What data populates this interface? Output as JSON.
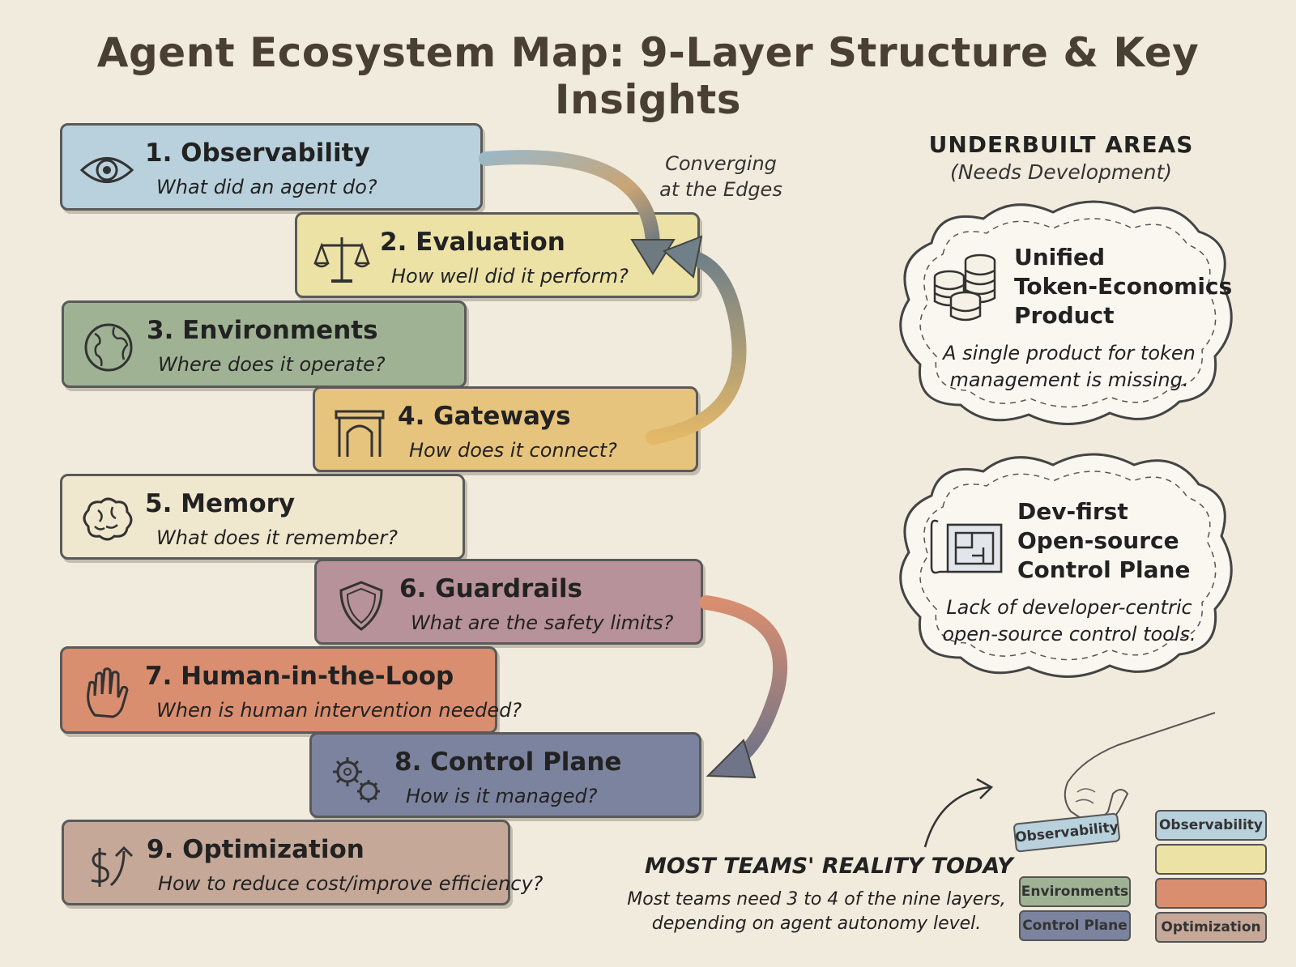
{
  "title": "Agent Ecosystem Map: 9-Layer Structure & Key Insights",
  "layers": [
    {
      "title": "1. Observability",
      "question": "What did an agent do?",
      "icon": "eye-icon",
      "color": "#b9d1dc"
    },
    {
      "title": "2. Evaluation",
      "question": "How well did it perform?",
      "icon": "scales-icon",
      "color": "#ece2a6"
    },
    {
      "title": "3. Environments",
      "question": "Where does it operate?",
      "icon": "globe-icon",
      "color": "#9fb394"
    },
    {
      "title": "4. Gateways",
      "question": "How does it connect?",
      "icon": "archway-icon",
      "color": "#e7c47d"
    },
    {
      "title": "5. Memory",
      "question": "What does it remember?",
      "icon": "brain-icon",
      "color": "#f0e7cf"
    },
    {
      "title": "6. Guardrails",
      "question": "What are the safety limits?",
      "icon": "shield-icon",
      "color": "#b8929a"
    },
    {
      "title": "7. Human-in-the-Loop",
      "question": "When is human intervention needed?",
      "icon": "hand-icon",
      "color": "#d98e70"
    },
    {
      "title": "8. Control Plane",
      "question": "How is it managed?",
      "icon": "gears-icon",
      "color": "#7c839e"
    },
    {
      "title": "9. Optimization",
      "question": "How to reduce cost/improve efficiency?",
      "icon": "dollar-arrow-icon",
      "color": "#c6a898"
    }
  ],
  "converging_label": {
    "line1": "Converging",
    "line2": "at the Edges"
  },
  "underbuilt": {
    "heading": "UNDERBUILT AREAS",
    "subheading": "(Needs Development)",
    "items": [
      {
        "title_lines": [
          "Unified",
          "Token-Economics",
          "Product"
        ],
        "desc_lines": [
          "A single product for token",
          "management is missing."
        ],
        "icon": "coins-icon"
      },
      {
        "title_lines": [
          "Dev-first",
          "Open-source",
          "Control Plane"
        ],
        "desc_lines": [
          "Lack of developer-centric",
          "open-source control tools."
        ],
        "icon": "blueprint-icon"
      }
    ]
  },
  "reality": {
    "heading": "MOST TEAMS' REALITY TODAY",
    "desc_lines": [
      "Most teams need 3 to 4 of the nine layers,",
      "depending on agent autonomy level."
    ],
    "held_block": "Observability",
    "left_stack": [
      "Environments",
      "Control Plane"
    ],
    "right_stack": [
      "Observability",
      "",
      "",
      "Optimization"
    ]
  },
  "colors": {
    "background": "#f1ebdd",
    "mini_blue": "#b9d1dc",
    "mini_green": "#9fb394",
    "mini_slate": "#7c839e",
    "mini_yellow": "#ece2a6",
    "mini_orange": "#d98e70",
    "mini_tan": "#c6a898"
  }
}
